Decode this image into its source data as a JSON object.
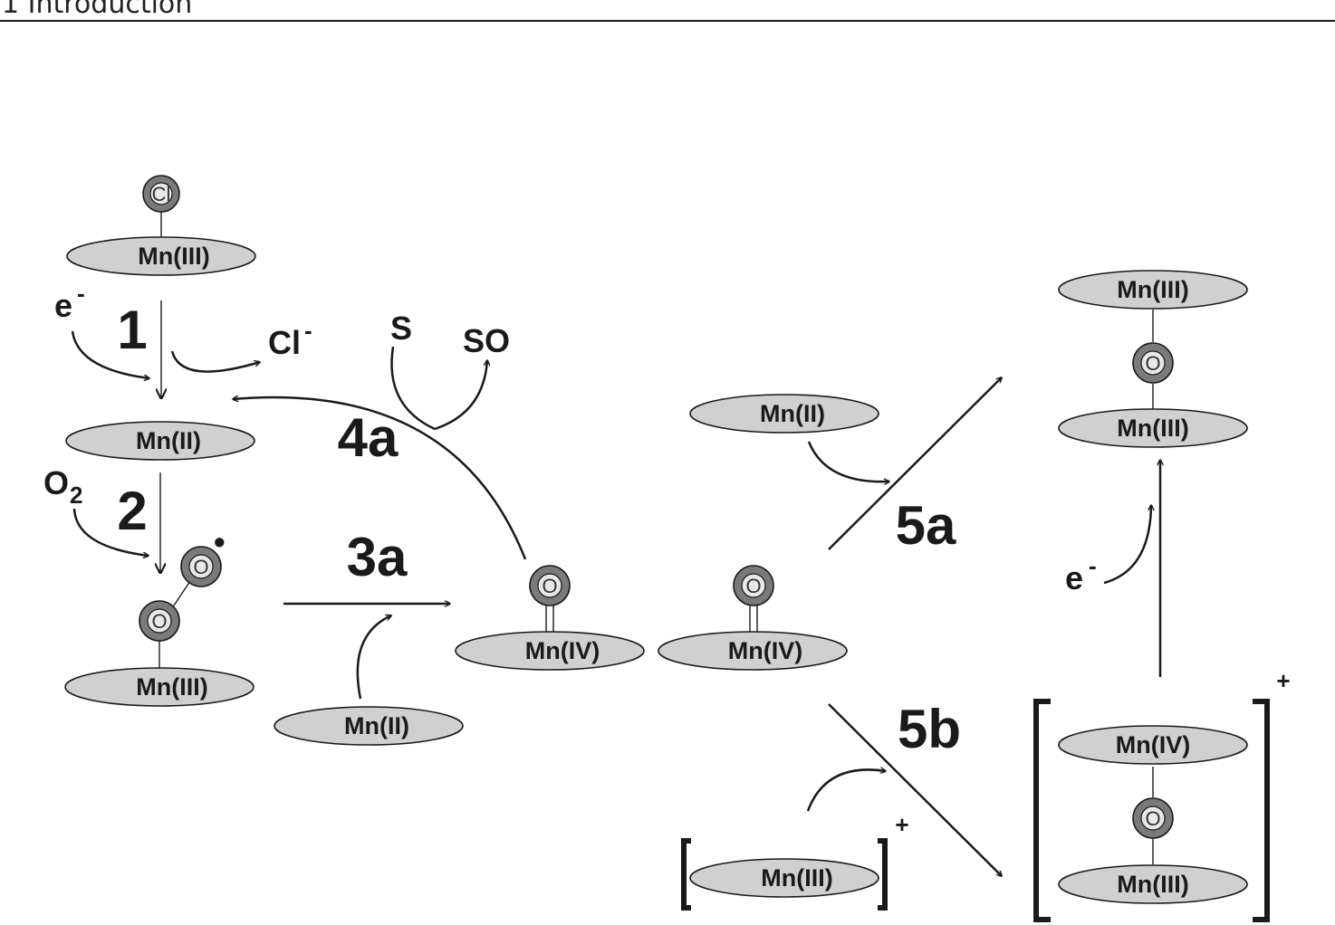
{
  "header": {
    "text": "1 Introduction"
  },
  "labels": {
    "mn2": "Mn(II)",
    "mn3": "Mn(III)",
    "mn4": "Mn(IV)",
    "cl_atom": "Cl",
    "o_atom": "O"
  },
  "species": {
    "e": "e",
    "minus": "-",
    "plus": "+",
    "cl": "Cl",
    "o2_base": "O",
    "o2_sub": "2",
    "s": "S",
    "so": "SO",
    "radical_dot": "•"
  },
  "steps": {
    "s1": "1",
    "s2": "2",
    "s3a": "3a",
    "s4a": "4a",
    "s5a": "5a",
    "s5b": "5b"
  }
}
